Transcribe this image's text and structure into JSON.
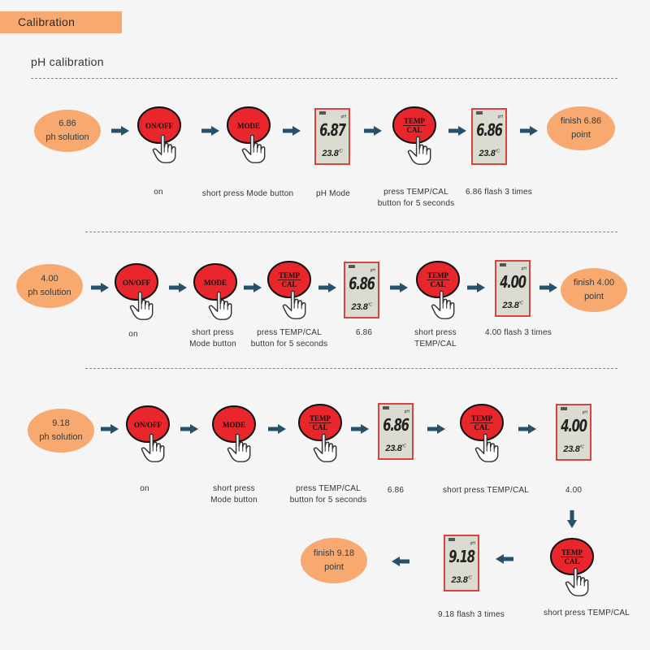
{
  "header": {
    "title": "Calibration"
  },
  "section": {
    "title": "pH calibration"
  },
  "row1": {
    "start": [
      "6.86",
      "ph solution"
    ],
    "buttons": {
      "onoff": "ON/OFF",
      "mode": "MODE",
      "temp": "TEMP",
      "cal": "CAL"
    },
    "displays": [
      {
        "value": "6.87",
        "temp": "23.8",
        "unit": "°C",
        "ph": "pH"
      },
      {
        "value": "6.86",
        "temp": "23.8",
        "unit": "°C",
        "ph": "pH"
      }
    ],
    "finish": [
      "finish 6.86",
      "point"
    ],
    "captions": {
      "c1": "on",
      "c2": "short press Mode button",
      "c3": "pH Mode",
      "c4a": "press TEMP/CAL",
      "c4b": "button for 5 seconds",
      "c5": "6.86 flash 3 times"
    }
  },
  "row2": {
    "start": [
      "4.00",
      "ph solution"
    ],
    "displays": [
      {
        "value": "6.86",
        "temp": "23.8",
        "unit": "°C",
        "ph": "pH"
      },
      {
        "value": "4.00",
        "temp": "23.8",
        "unit": "°C",
        "ph": "pH"
      }
    ],
    "finish": [
      "finish 4.00",
      "point"
    ],
    "captions": {
      "c1": "on",
      "c2a": "short press",
      "c2b": "Mode button",
      "c3a": "press TEMP/CAL",
      "c3b": "button for 5 seconds",
      "c4": "6.86",
      "c5a": "short press",
      "c5b": "TEMP/CAL",
      "c6": "4.00 flash 3 times"
    }
  },
  "row3": {
    "start": [
      "9.18",
      "ph solution"
    ],
    "displays": [
      {
        "value": "6.86",
        "temp": "23.8",
        "unit": "°C",
        "ph": "pH"
      },
      {
        "value": "4.00",
        "temp": "23.8",
        "unit": "°C",
        "ph": "pH"
      },
      {
        "value": "9.18",
        "temp": "23.8",
        "unit": "°C",
        "ph": "pH"
      }
    ],
    "finish": [
      "finish 9.18",
      "point"
    ],
    "captions": {
      "c1": "on",
      "c2a": "short press",
      "c2b": "Mode button",
      "c3a": "press TEMP/CAL",
      "c3b": "button for 5 seconds",
      "c4": "6.86",
      "c5": "short press TEMP/CAL",
      "c6": "4.00",
      "c7": "short press TEMP/CAL",
      "c8": "9.18 flash 3 times"
    }
  },
  "colors": {
    "accent": "#f7a970",
    "arrow": "#27506b",
    "button": "#e8262b",
    "lcd_border": "#d9433e"
  }
}
